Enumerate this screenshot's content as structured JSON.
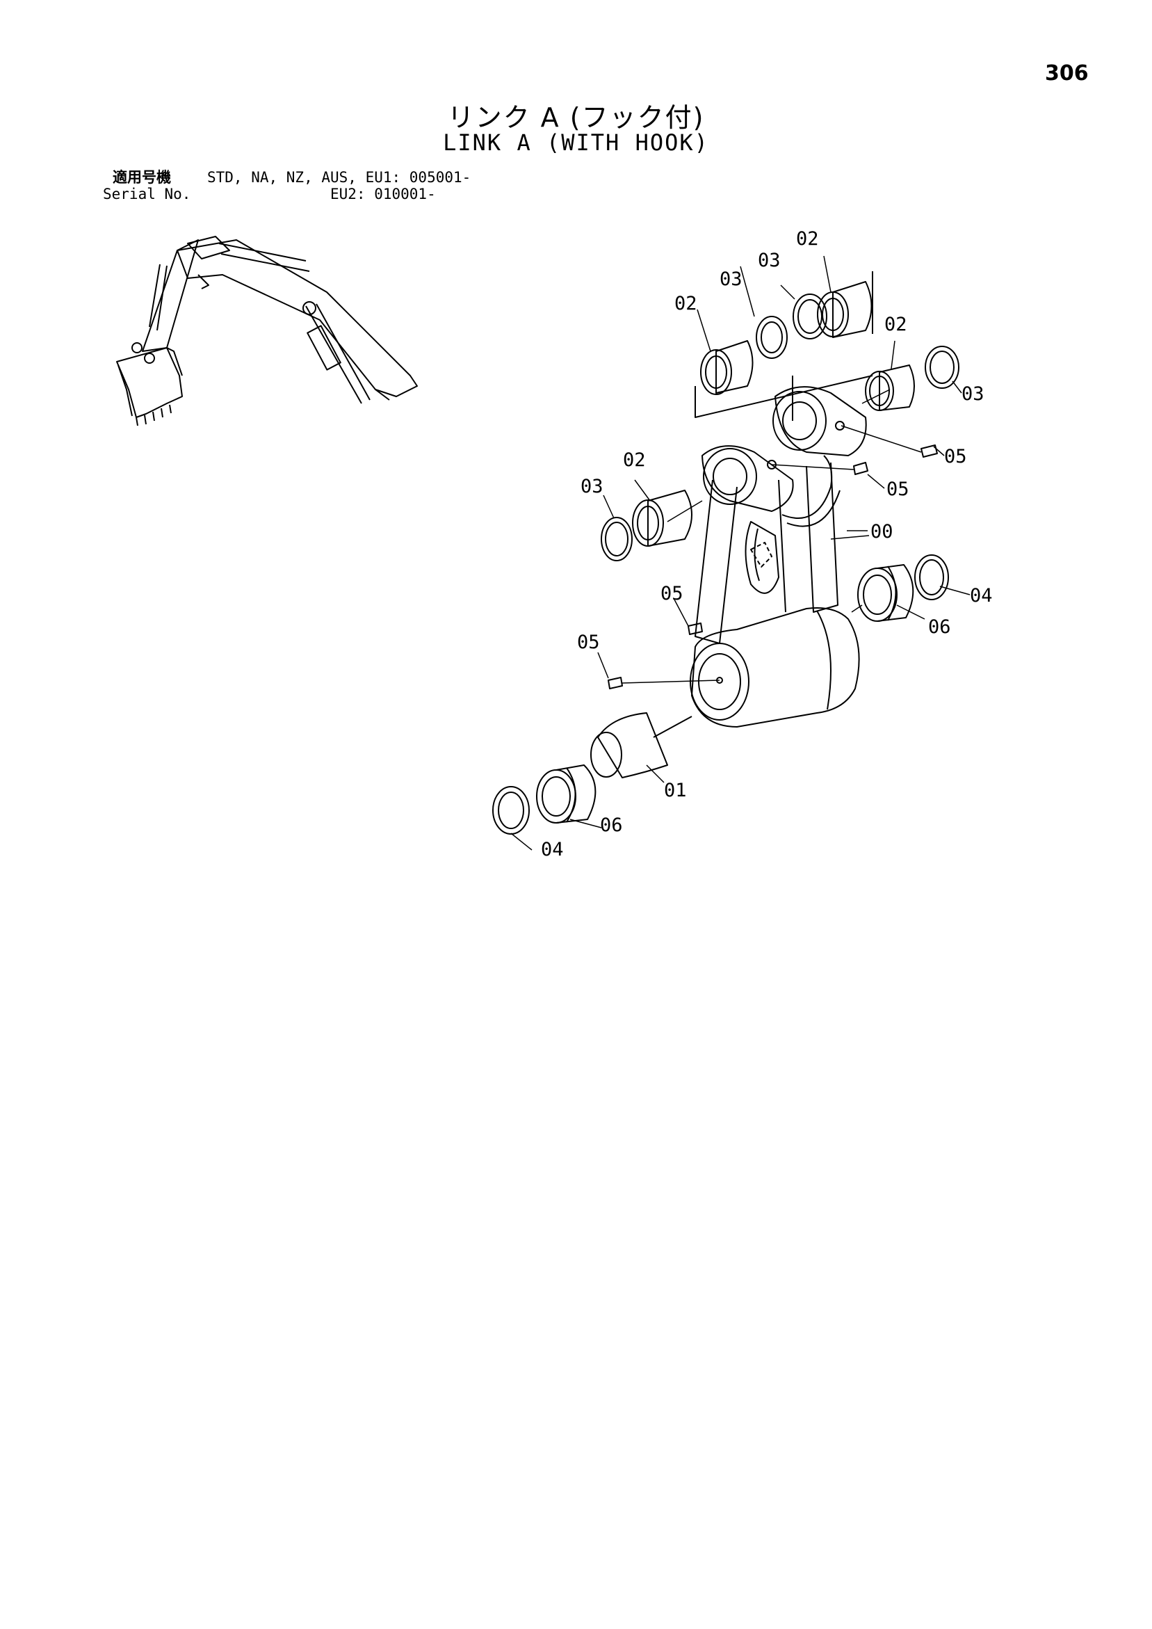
{
  "page_number": "306",
  "title_jp": "リンク A (フック付)",
  "title_en": "LINK A (WITH HOOK)",
  "serial": {
    "label_jp": "適用号機",
    "label_en": "Serial No.",
    "line1": "STD, NA, NZ, AUS, EU1: 005001-",
    "line2": "EU2: 010001-"
  },
  "callouts": {
    "c00": "00",
    "c01": "01",
    "c02a": "02",
    "c02b": "02",
    "c02c": "02",
    "c02d": "02",
    "c03a": "03",
    "c03b": "03",
    "c03c": "03",
    "c03d": "03",
    "c04a": "04",
    "c04b": "04",
    "c05a": "05",
    "c05b": "05",
    "c05c": "05",
    "c05d": "05",
    "c06a": "06",
    "c06b": "06"
  }
}
